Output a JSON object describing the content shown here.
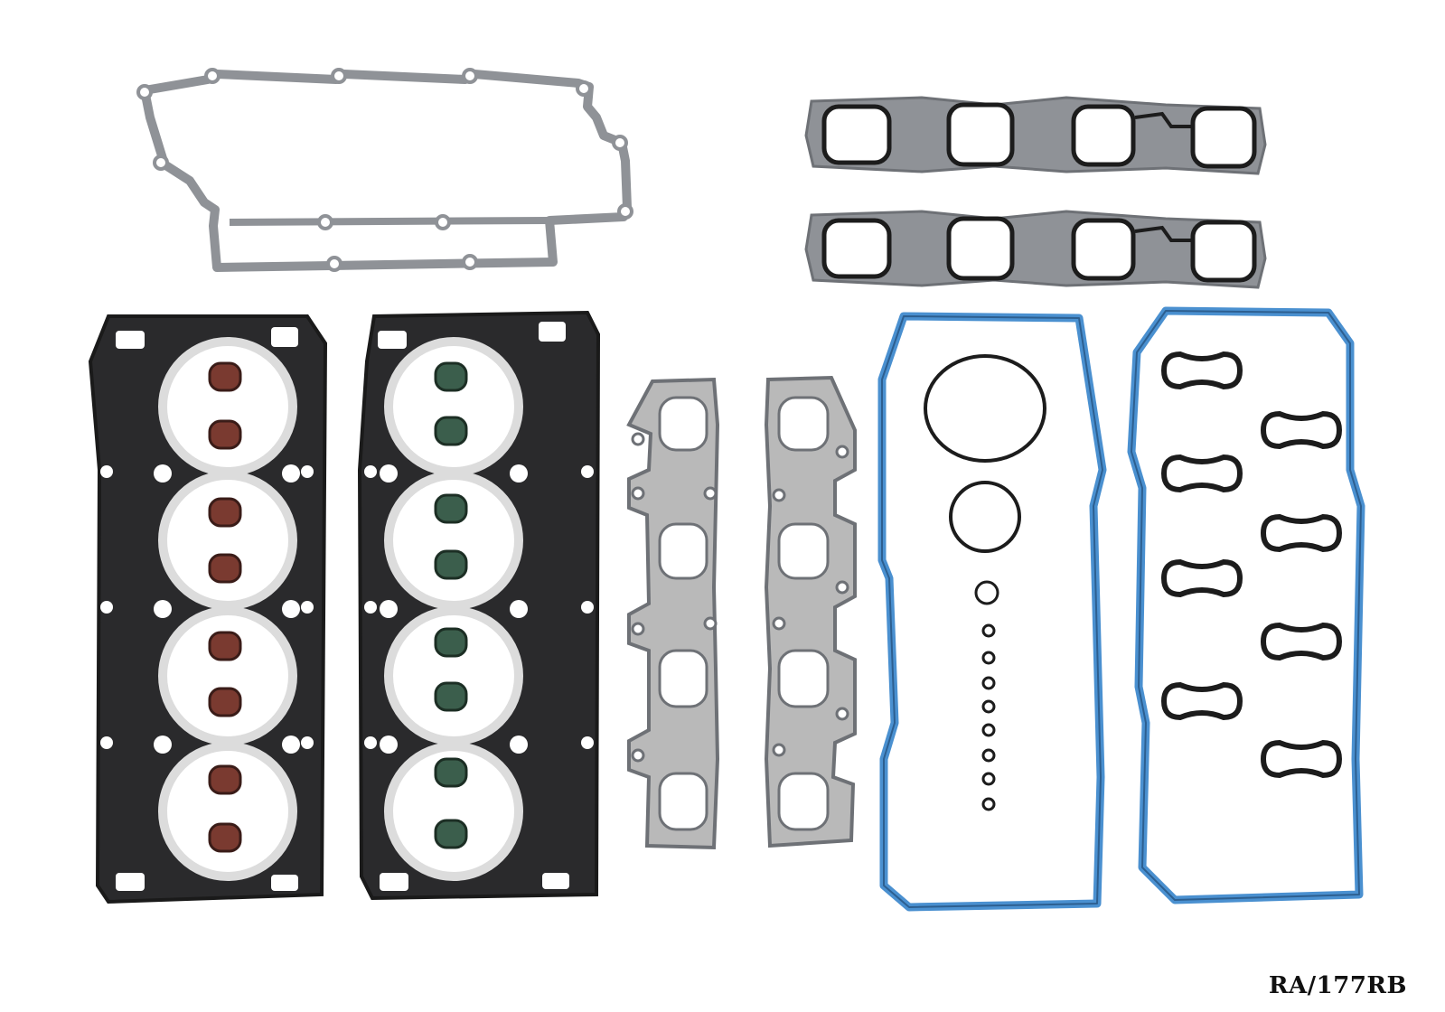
{
  "product": {
    "sku_label": "RA/177RB"
  },
  "colors": {
    "background": "#ffffff",
    "mls_steel": "#2a2a2c",
    "mls_ring": "#dcdcdc",
    "gasket_gray": "#8f9297",
    "exhaust_fill": "#b9b9b9",
    "blue_silicone": "#4a90d0",
    "valve_seal_red": "#7a3a30",
    "valve_seal_green": "#3b5e4c",
    "rubber_black": "#1c1c1c"
  },
  "parts": [
    "upper-intake-plenum-gasket",
    "intake-manifold-gasket-upper",
    "intake-manifold-gasket-lower",
    "cylinder-head-gasket-left",
    "cylinder-head-gasket-right",
    "exhaust-manifold-gasket-left",
    "exhaust-manifold-gasket-right",
    "valve-cover-gasket-left",
    "valve-cover-gasket-right",
    "spark-plug-tube-seals",
    "valve-stem-seals",
    "o-rings"
  ]
}
